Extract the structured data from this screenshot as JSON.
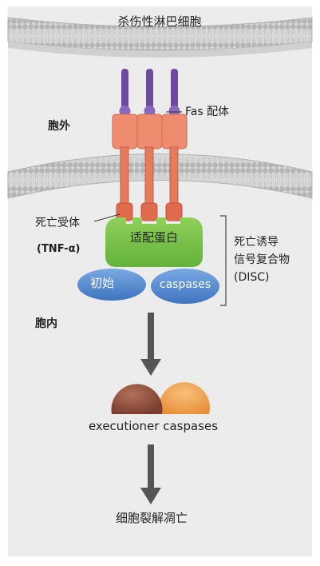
{
  "labels": {
    "top_cell": "杀伤性淋巴细胞",
    "fas_ligand": "Fas 配体",
    "outside": "胞外",
    "death_receptor": "死亡受体",
    "tnf_alpha": "(TNF-α)",
    "adaptor": "适配蛋白",
    "initiator": "初始",
    "caspases": "caspases",
    "disc_line1": "死亡诱导",
    "disc_line2": "信号复合物",
    "disc_line3": "(DISC)",
    "inside": "胞内",
    "executioner": "executioner caspases",
    "apoptosis": "细胞裂解凋亡"
  },
  "colors": {
    "page_background": "#ececec",
    "membrane": "#c8c8c8",
    "receptor": "#ef8b6f",
    "receptor_dark": "#d9644a",
    "ligand": "#7a55a8",
    "adaptor": "#7ec84a",
    "initiator": "#5b8fd1",
    "exec_left": "#8a4a38",
    "exec_right": "#f0a450",
    "arrow": "#555555"
  }
}
